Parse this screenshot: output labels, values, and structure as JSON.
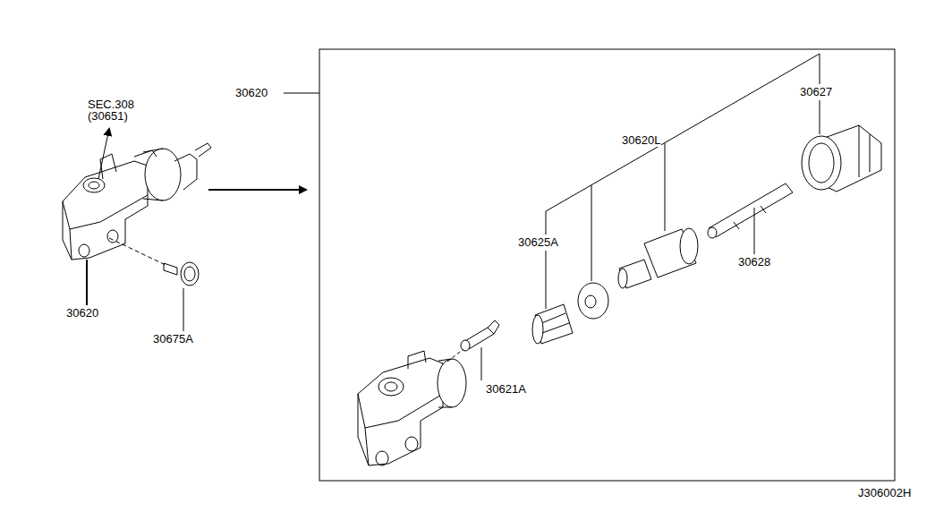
{
  "diagram": {
    "labels": [
      "SEC.308",
      "(30651)",
      "30620",
      "30675A",
      "30620",
      "30627",
      "30620L",
      "30625A",
      "30628",
      "30621A",
      "J306002H"
    ]
  }
}
